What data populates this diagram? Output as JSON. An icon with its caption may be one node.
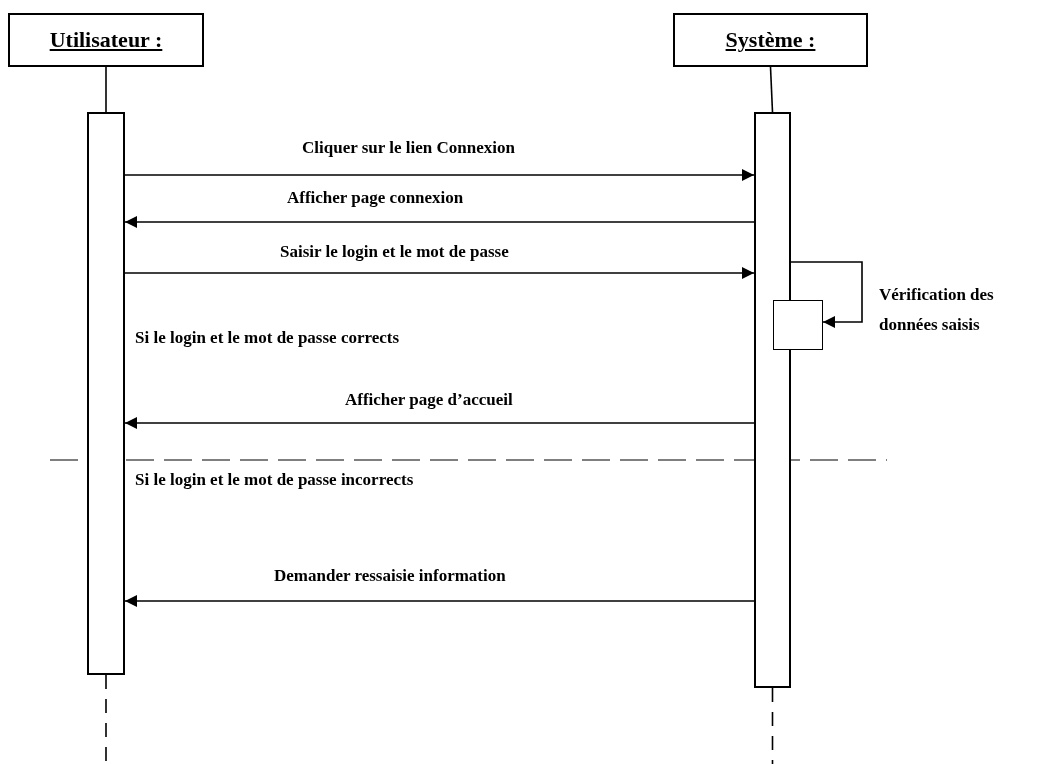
{
  "diagram": {
    "nodes": [
      {
        "text": [
          "Utilisateur :"
        ]
      },
      {
        "text": [
          "Système :"
        ]
      },
      {
        "text": [],
        "shape": "bar"
      },
      {
        "text": [],
        "shape": "bar"
      },
      {
        "text": [],
        "shape": "box"
      }
    ],
    "edges": [
      {
        "from": 0,
        "to": 2,
        "arrow": "none"
      },
      {
        "from": 1,
        "to": 3,
        "arrow": "none"
      },
      {
        "from": 2,
        "to": null,
        "arrow": "none",
        "style": "dashed"
      },
      {
        "from": 3,
        "to": null,
        "arrow": "none",
        "style": "dashed"
      },
      {
        "from": 2,
        "to": 3,
        "arrow": "to",
        "label": "Cliquer sur le lien Connexion"
      },
      {
        "from": 3,
        "to": 2,
        "arrow": "to",
        "label": "Afficher page connexion"
      },
      {
        "from": 2,
        "to": 3,
        "arrow": "to",
        "label": "Saisir le login et le mot de passe"
      },
      {
        "from": 3,
        "to": 4,
        "arrow": "to",
        "label": "Vérification des données saisis"
      },
      {
        "from": 3,
        "to": 2,
        "arrow": "to",
        "label": "Afficher page d’accueil"
      },
      {
        "from": 3,
        "to": 2,
        "arrow": "to",
        "label": "Demander ressaisie information"
      }
    ],
    "labels": [
      "Si le login et le mot de passe corrects",
      "Si le login et le mot de passe incorrects"
    ]
  }
}
